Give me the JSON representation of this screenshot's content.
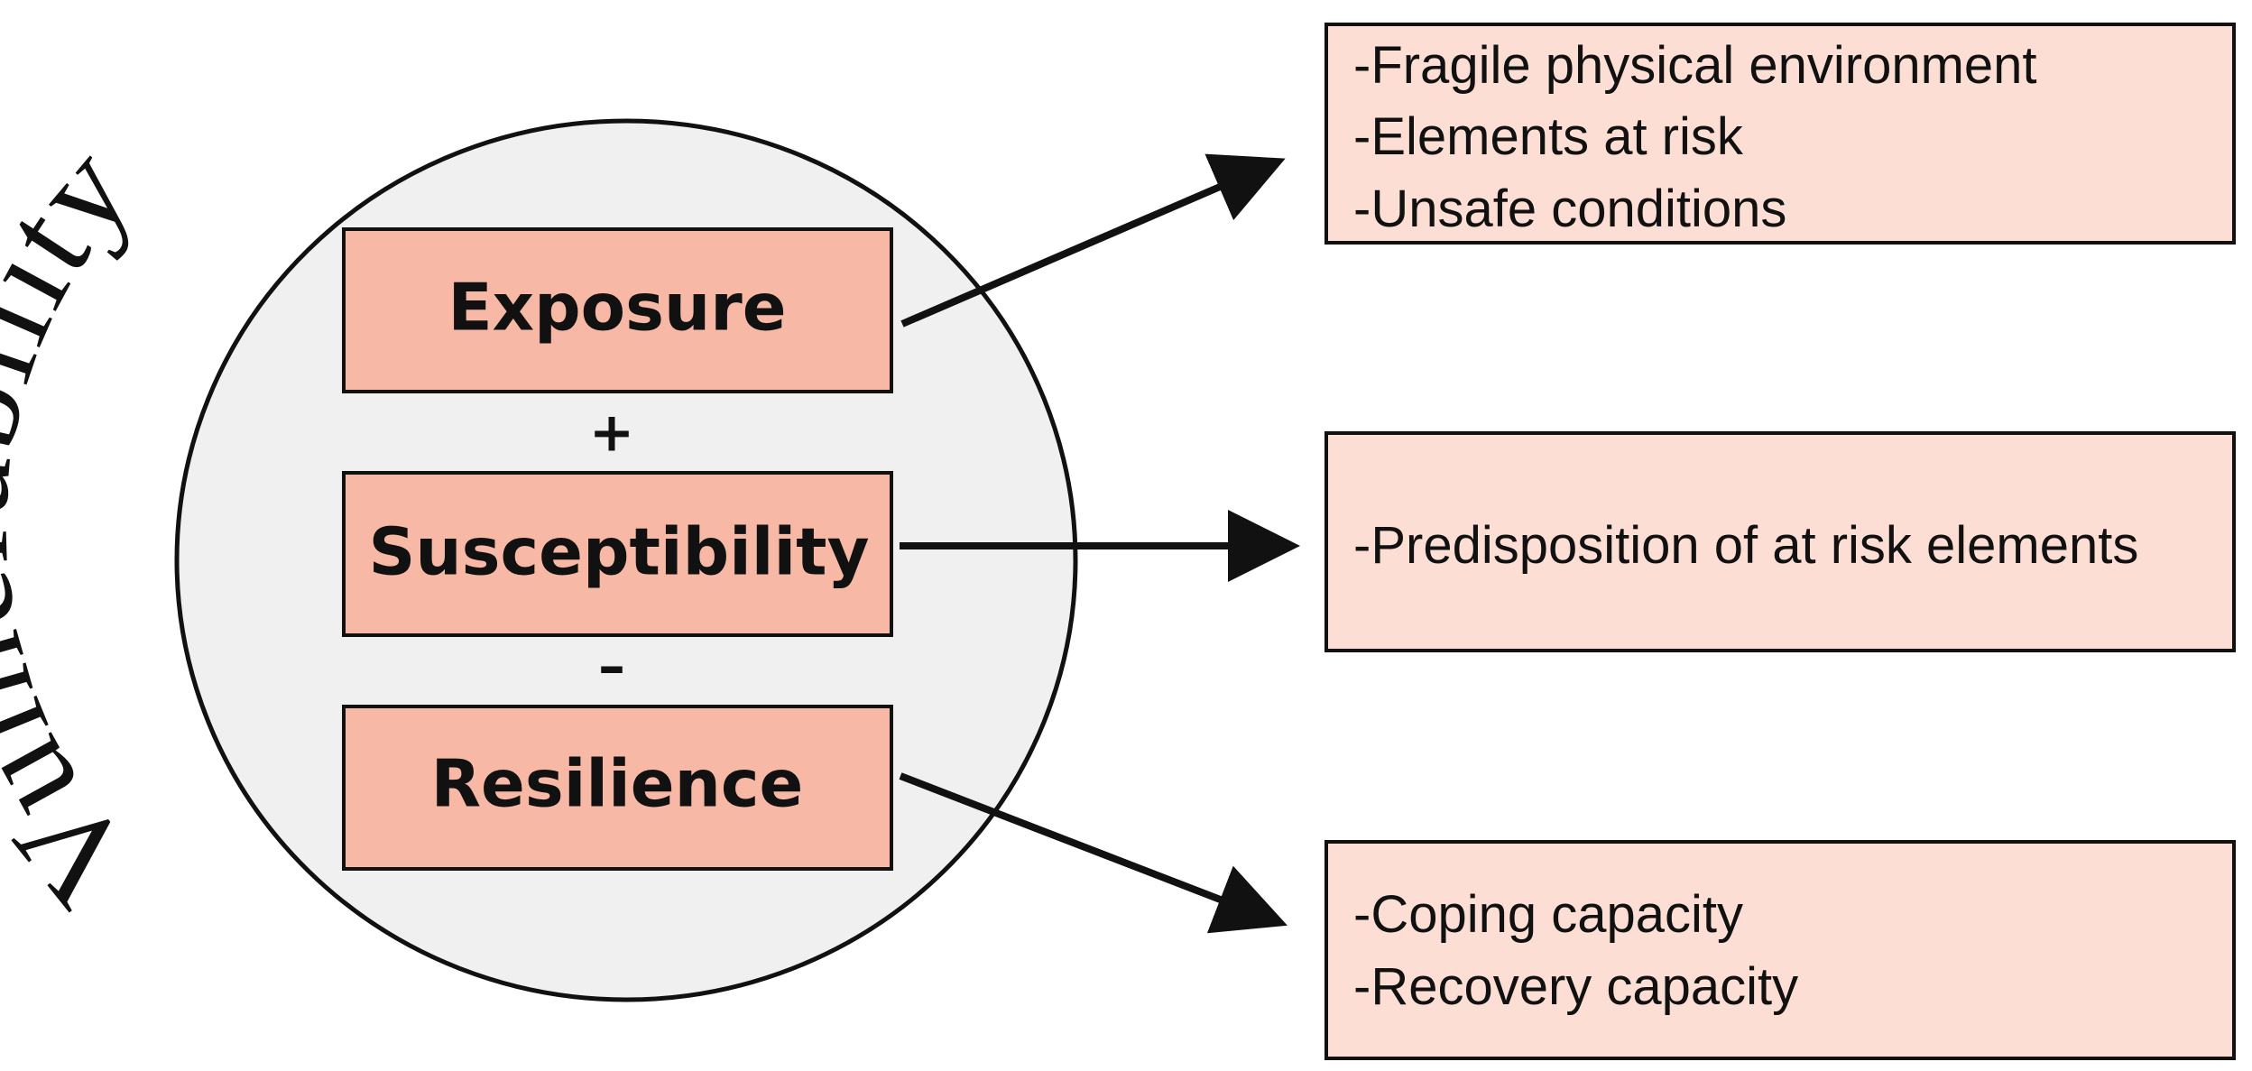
{
  "title": "Vulnerability",
  "components": [
    {
      "label": "Exposure"
    },
    {
      "label": "Susceptibility"
    },
    {
      "label": "Resilience"
    }
  ],
  "operators": [
    "+",
    "–"
  ],
  "details": [
    {
      "items": [
        "-Fragile physical environment",
        "-Elements at risk",
        "-Unsafe conditions"
      ]
    },
    {
      "items": [
        "-Predisposition of at risk elements"
      ]
    },
    {
      "items": [
        "-Coping capacity",
        "-Recovery capacity"
      ]
    }
  ],
  "colors": {
    "circle_fill": "#f0f0f0",
    "component_fill": "#f7b9a5",
    "detail_fill": "#fcded4",
    "stroke": "#111111"
  }
}
